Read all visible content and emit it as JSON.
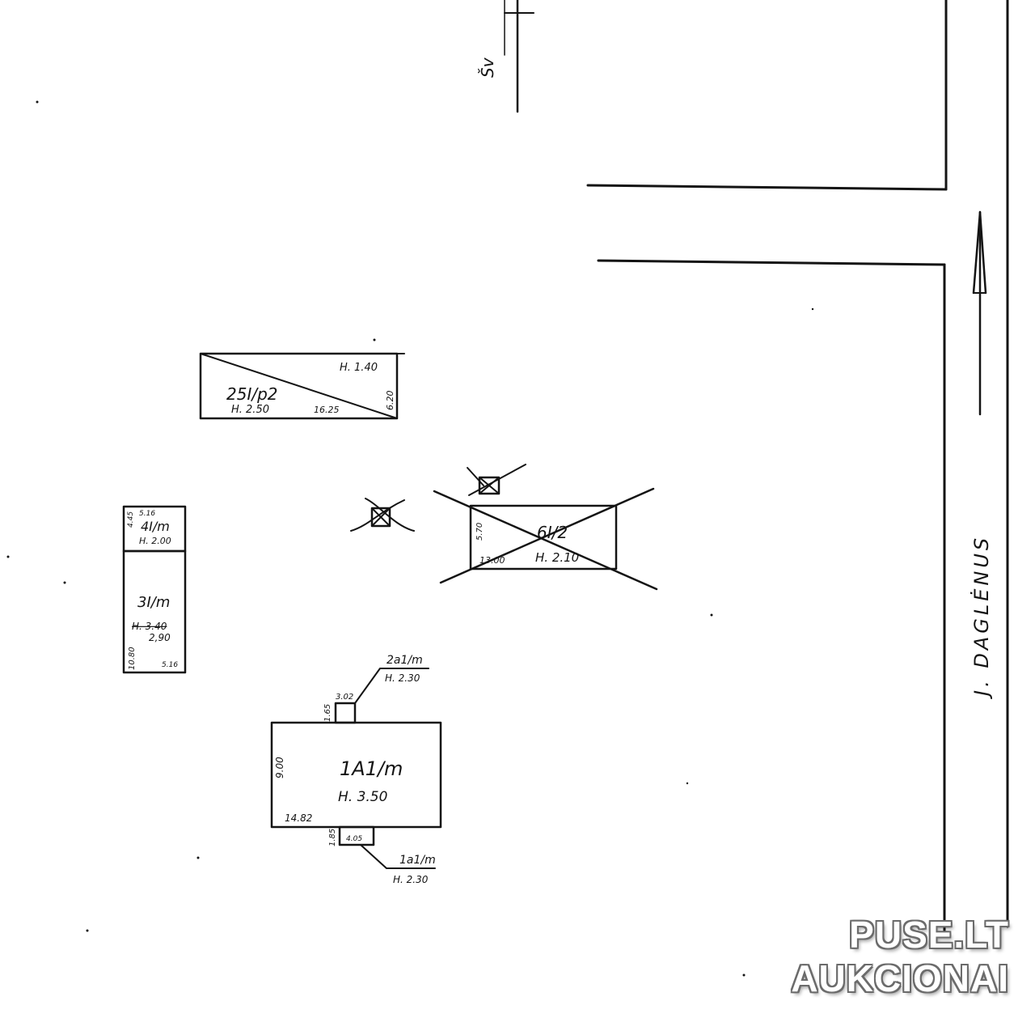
{
  "street": {
    "label": "J. DAGLĖNUS",
    "north_mark": "Šv"
  },
  "buildings": {
    "b25": {
      "code": "25I/p2",
      "height": "H. 2.50",
      "height_alt": "H. 1.40",
      "length": "16.25",
      "width": "6.20"
    },
    "b4": {
      "code": "4I/m",
      "height": "H. 2.00",
      "length": "5.16",
      "width": "4.45"
    },
    "b3": {
      "code": "3I/m",
      "height": "H. 3.40",
      "height_corrected": "2,90",
      "length": "10.80",
      "width": "5.16"
    },
    "b6": {
      "code": "6I/2",
      "height": "H. 2.10",
      "length": "13.00",
      "width": "5.70"
    },
    "b1": {
      "code": "1A1/m",
      "height": "H. 3.50",
      "length": "14.82",
      "width": "9.00"
    },
    "b2a": {
      "code": "2a1/m",
      "height": "H. 2.30",
      "length": "3.02",
      "width": "1.65"
    },
    "b1a": {
      "code": "1a1/m",
      "height": "H. 2.30",
      "length": "4.05",
      "width": "1.85"
    }
  },
  "watermark": {
    "line1": "PUSE.LT",
    "line2": "AUKCIONAI"
  }
}
